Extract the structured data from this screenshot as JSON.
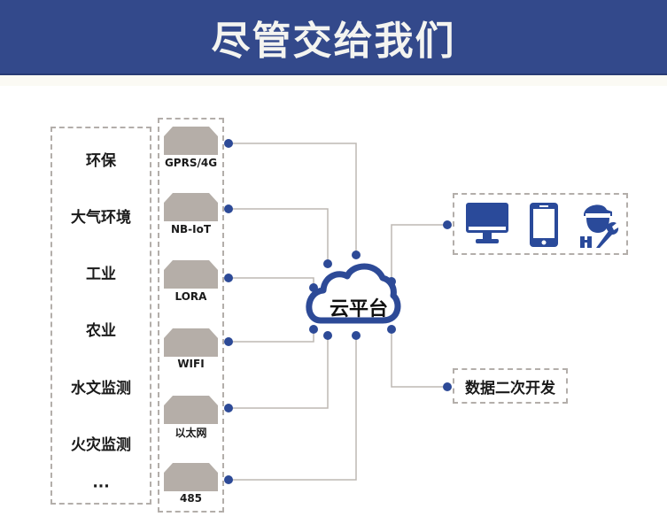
{
  "header": {
    "title": "尽管交给我们"
  },
  "industries": [
    {
      "label": "环保"
    },
    {
      "label": "大气环境"
    },
    {
      "label": "工业"
    },
    {
      "label": "农业"
    },
    {
      "label": "水文监测"
    },
    {
      "label": "火灾监测"
    },
    {
      "label": "···"
    }
  ],
  "networks": [
    {
      "label": "GPRS/4G"
    },
    {
      "label": "NB-IoT"
    },
    {
      "label": "LORA"
    },
    {
      "label": "WIFI"
    },
    {
      "label": "以太网"
    },
    {
      "label": "485"
    }
  ],
  "cloud": {
    "label": "云平台"
  },
  "outputs": {
    "devices": [
      "monitor-icon",
      "smartphone-icon",
      "engineer-icon"
    ],
    "development": {
      "label": "数据二次开发"
    }
  },
  "colors": {
    "header_bg": "#33498b",
    "accent_blue": "#2d4a97",
    "icon_blue": "#2a4a9a",
    "line_gray": "#bdb8b4",
    "shape_gray": "#b5aea8",
    "dash_gray": "#b3aeaa"
  }
}
